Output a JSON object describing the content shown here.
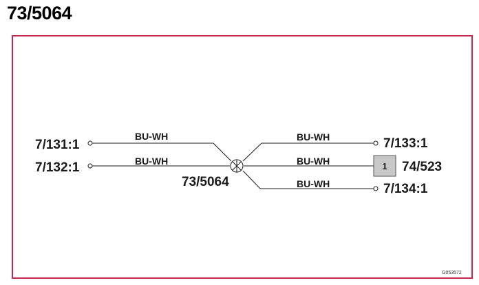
{
  "title": "73/5064",
  "colors": {
    "frame": "#c8274c",
    "wire": "#1a1a1a",
    "component_fill": "#c8c8c8"
  },
  "splice": {
    "label": "73/5064",
    "icon": "splice-icon"
  },
  "left_connections": [
    {
      "label": "7/131:1",
      "wire": "BU-WH"
    },
    {
      "label": "7/132:1",
      "wire": "BU-WH"
    }
  ],
  "right_connections": [
    {
      "label": "7/133:1",
      "wire": "BU-WH"
    },
    {
      "label": "74/523",
      "wire": "BU-WH",
      "box": "1"
    },
    {
      "label": "7/134:1",
      "wire": "BU-WH"
    }
  ],
  "figure_id": "G053572"
}
